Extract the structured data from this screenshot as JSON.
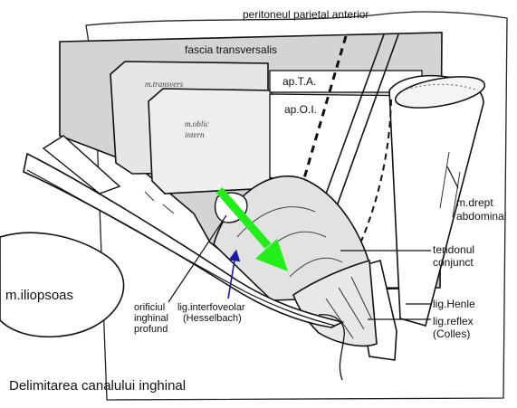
{
  "labels": {
    "peritoneu": "peritoneul parietal anterior",
    "fascia": "fascia transversalis",
    "apTA": "ap.T.A.",
    "apOI": "ap.O.I.",
    "drept": "m.drept\nabdominal",
    "tendon": "tendonul\nconjunct",
    "iliopsoas": "m.iliopsoas",
    "henle": "lig.Henle",
    "reflex": "lig.reflex\n(Colles)",
    "orificiul": "orificiul\ninghinal\nprofund",
    "interfoveolar": "lig.interfoveolar\n(Hesselbach)",
    "caption": "Delimitarea canalului inghinal"
  },
  "colors": {
    "fascia_fill": "#d4d4d4",
    "muscle_fill": "#e2e2e2",
    "arrow_green": "#22ee1a",
    "pointer_blue": "#1a1aa8",
    "ink": "#111111"
  },
  "icons": {
    "canal_direction": "green-arrow"
  }
}
